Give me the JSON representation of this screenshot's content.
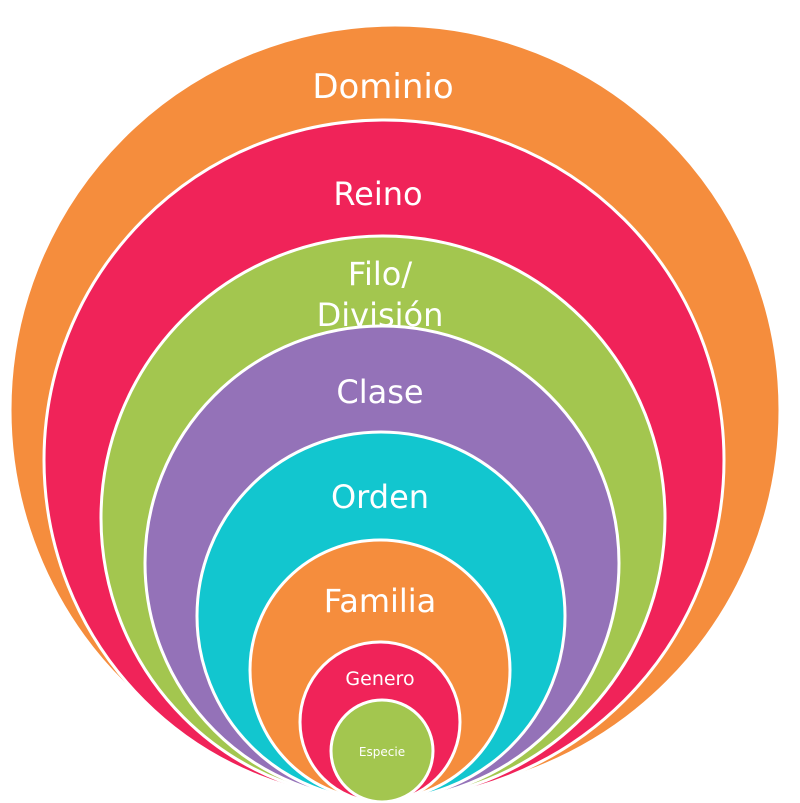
{
  "diagram": {
    "levels": [
      {
        "label": "Dominio",
        "color": "#F58D3D"
      },
      {
        "label": "Reino",
        "color": "#F02359"
      },
      {
        "label": "Filo/",
        "label2": "División",
        "color": "#A3C64F"
      },
      {
        "label": "Clase",
        "color": "#9472B8"
      },
      {
        "label": "Orden",
        "color": "#12C6CF"
      },
      {
        "label": "Familia",
        "color": "#F58D3D"
      },
      {
        "label": "Genero",
        "color": "#F02359"
      },
      {
        "label": "Especie",
        "color": "#A3C64F"
      }
    ]
  }
}
